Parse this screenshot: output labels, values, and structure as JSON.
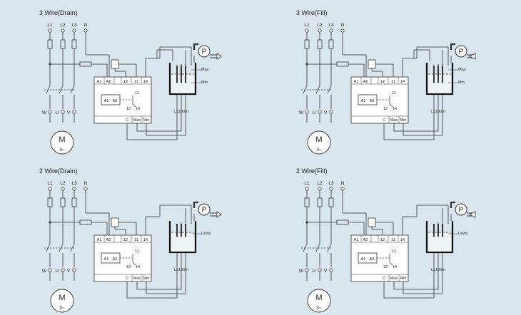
{
  "diagrams": [
    {
      "title": "3 Wire(Drain)",
      "phases": [
        "L1",
        "L2",
        "L3"
      ],
      "neutral": "N",
      "terminals_top": [
        "A1",
        "A2",
        "12",
        "11",
        "14"
      ],
      "relay": [
        "A1",
        "A2",
        "11",
        "12",
        "14"
      ],
      "terminals_bottom": [
        "C",
        "Max",
        "Min"
      ],
      "motor": {
        "label": "M",
        "sub": "3~",
        "terminals": [
          "W",
          "U",
          "V"
        ]
      },
      "pump": "P",
      "levels": [
        "Max",
        "Min"
      ],
      "distance": "L≤100m"
    },
    {
      "title": "3 Wire(Fill)",
      "phases": [
        "L1",
        "L2",
        "L3"
      ],
      "neutral": "N",
      "terminals_top": [
        "A1",
        "A2",
        "12",
        "11",
        "14"
      ],
      "relay": [
        "A1",
        "A2",
        "11",
        "12",
        "14"
      ],
      "terminals_bottom": [
        "C",
        "Max",
        "Min"
      ],
      "motor": {
        "label": "M",
        "sub": "3~",
        "terminals": [
          "W",
          "U",
          "V"
        ]
      },
      "pump": "P",
      "levels": [
        "Max",
        "Min"
      ],
      "distance": "L≤100m"
    },
    {
      "title": "2 Wire(Drain)",
      "phases": [
        "L1",
        "L2",
        "L3"
      ],
      "neutral": "N",
      "terminals_top": [
        "A1",
        "A2",
        "12",
        "11",
        "14"
      ],
      "relay": [
        "A1",
        "A2",
        "11",
        "12",
        "14"
      ],
      "terminals_bottom": [
        "C",
        "Max",
        "Min"
      ],
      "motor": {
        "label": "M",
        "sub": "3~",
        "terminals": [
          "W",
          "U",
          "V"
        ]
      },
      "pump": "P",
      "levels": [
        "Level"
      ],
      "distance": "L≤100m"
    },
    {
      "title": "2 Wire(Fill)",
      "phases": [
        "L1",
        "L2",
        "L3"
      ],
      "neutral": "N",
      "terminals_top": [
        "A1",
        "A2",
        "12",
        "11",
        "14"
      ],
      "relay": [
        "A1",
        "A2",
        "11",
        "12",
        "14"
      ],
      "terminals_bottom": [
        "C",
        "Max",
        "Min"
      ],
      "motor": {
        "label": "M",
        "sub": "3~",
        "terminals": [
          "W",
          "U",
          "V"
        ]
      },
      "pump": "P",
      "levels": [
        "Level"
      ],
      "distance": "L≤100m"
    }
  ]
}
